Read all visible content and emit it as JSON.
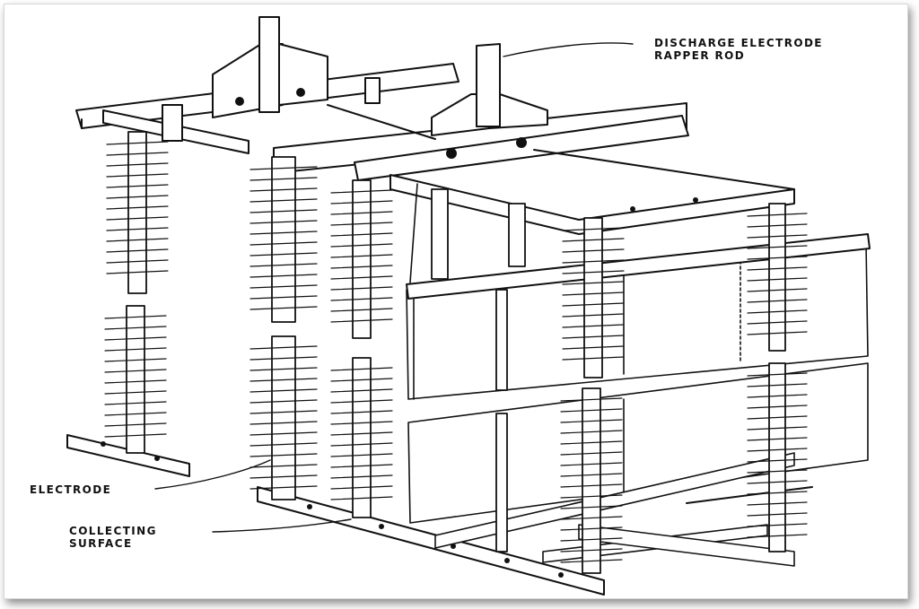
{
  "labels": {
    "discharge_line1": "DISCHARGE ELECTRODE",
    "discharge_line2": "RAPPER ROD",
    "electrode": "ELECTRODE",
    "collecting_line1": "COLLECTING",
    "collecting_line2": "SURFACE"
  },
  "colors": {
    "ink": "#111111",
    "paper": "#ffffff"
  }
}
